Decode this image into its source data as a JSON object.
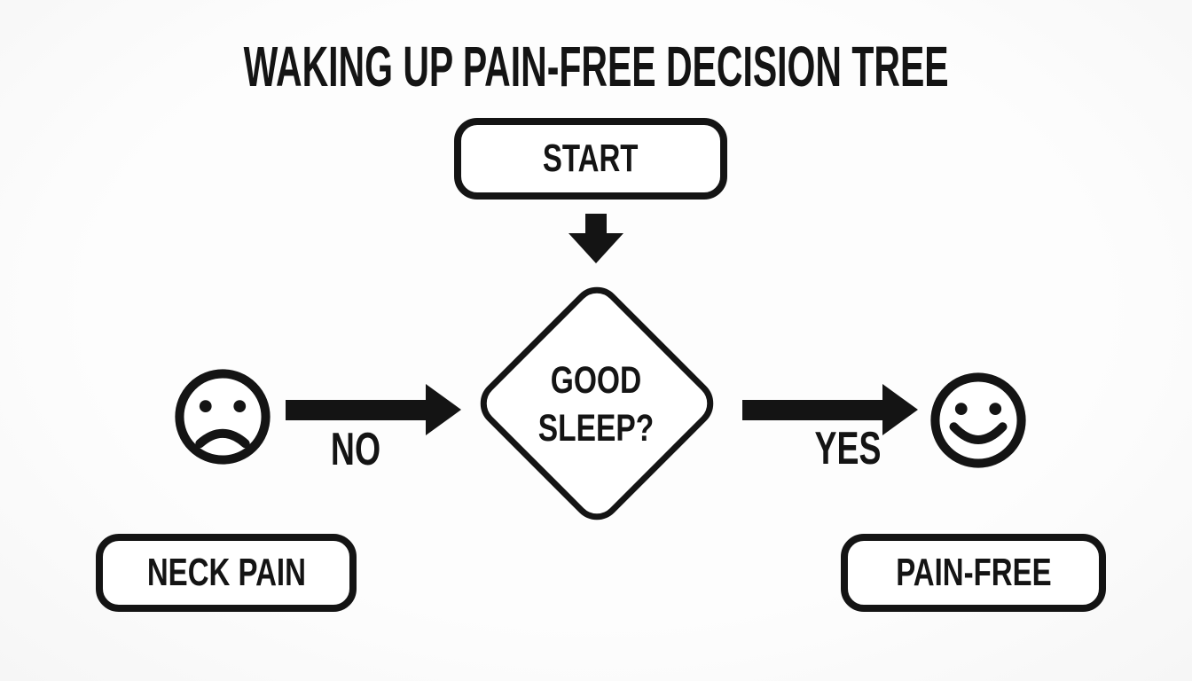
{
  "title": "WAKING UP PAIN-FREE DECISION TREE",
  "flowchart": {
    "start_label": "START",
    "decision": {
      "line1": "GOOD",
      "line2": "SLEEP?"
    },
    "edges": {
      "no_label": "NO",
      "yes_label": "YES"
    },
    "outcomes": {
      "left_label": "NECK PAIN",
      "right_label": "PAIN-FREE"
    }
  },
  "icons": {
    "sad_face": "sad-face-icon",
    "happy_face": "happy-face-icon",
    "down_arrow": "down-arrow-icon",
    "no_arrow": "right-arrow-icon",
    "yes_arrow": "right-arrow-icon"
  },
  "colors": {
    "ink": "#141414",
    "node_fill": "#ffffff",
    "background": "#fbfbfb"
  }
}
